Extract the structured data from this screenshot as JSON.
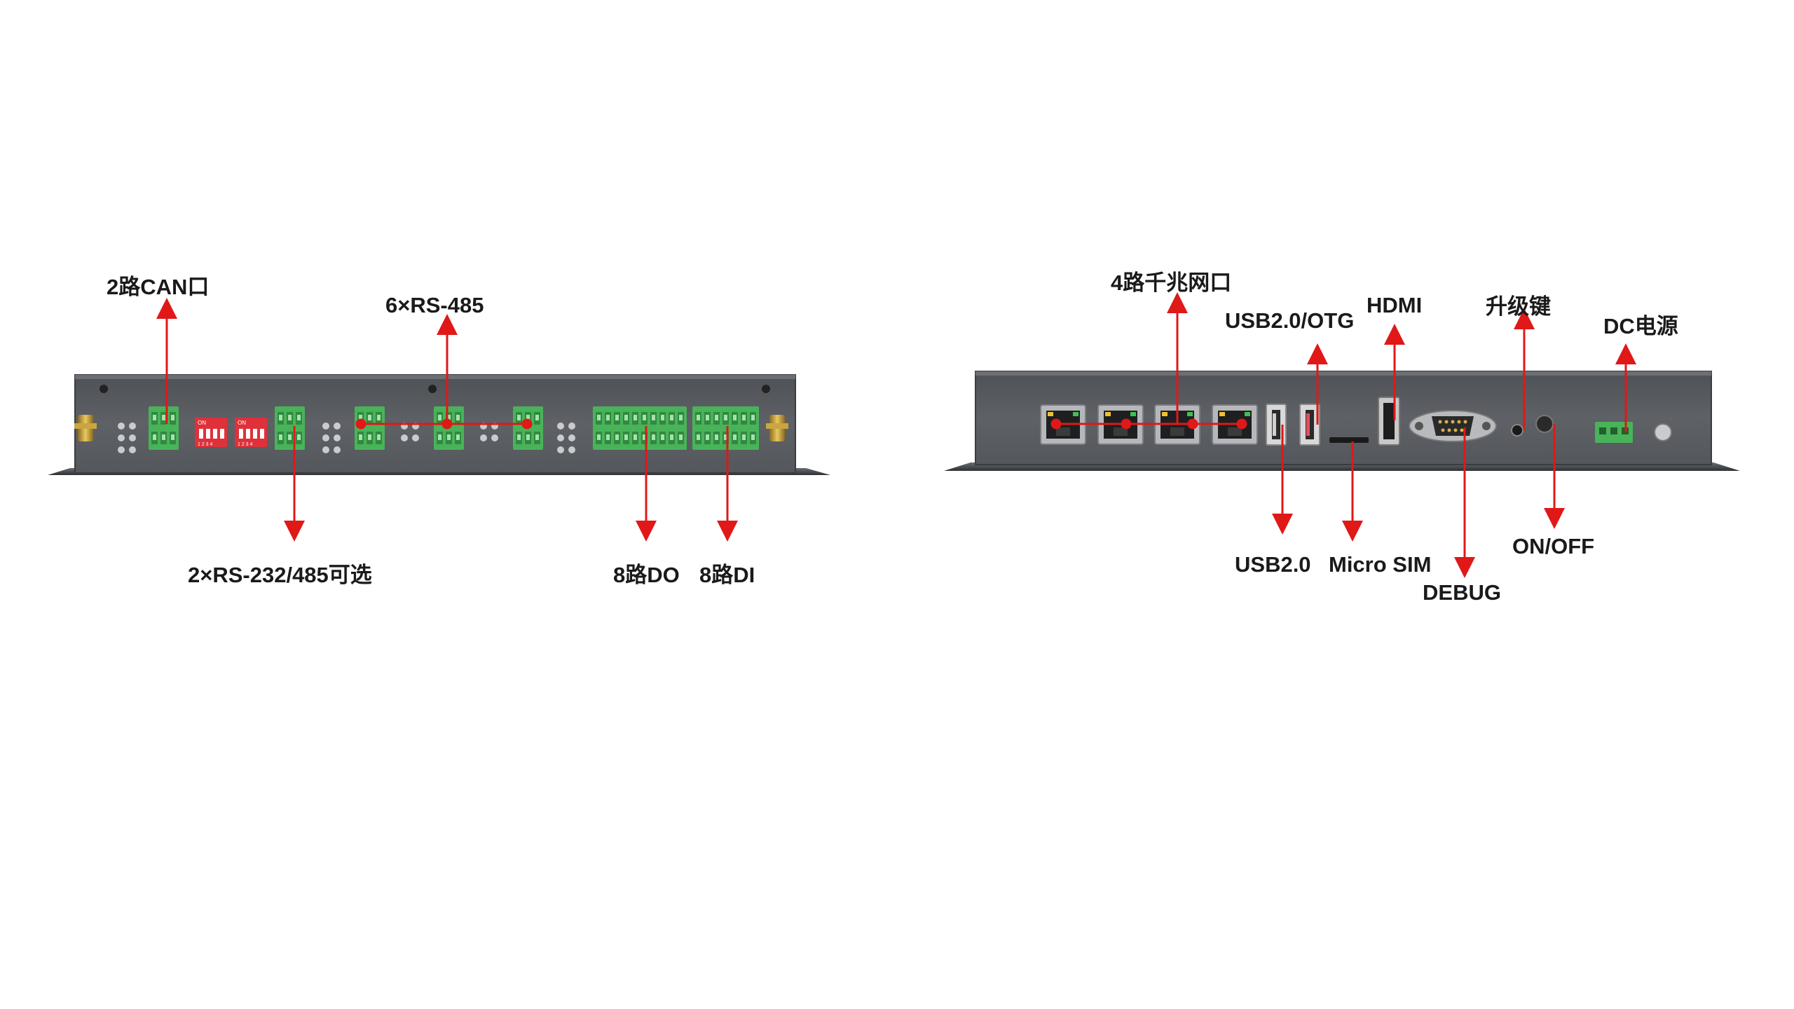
{
  "colors": {
    "background": "#ffffff",
    "panel": "#5a5d62",
    "panel_edge": "#3c3e42",
    "terminal": "#49b35a",
    "dip_switch": "#e0303a",
    "annotation": "#e01818",
    "label_text": "#1a1a1a"
  },
  "left_panel": {
    "labels": {
      "can": "2路CAN口",
      "rs485": "6×RS-485",
      "rs232": "2×RS-232/485可选",
      "do": "8路DO",
      "di": "8路DI"
    },
    "dip_switch_marks": [
      "ON",
      "1 2 3 4"
    ]
  },
  "right_panel": {
    "labels": {
      "gigabit": "4路千兆网口",
      "usb_otg": "USB2.0/OTG",
      "hdmi": "HDMI",
      "upgrade": "升级键",
      "dc_power": "DC电源",
      "usb": "USB2.0",
      "micro_sim": "Micro SIM",
      "debug": "DEBUG",
      "on_off": "ON/OFF"
    }
  }
}
